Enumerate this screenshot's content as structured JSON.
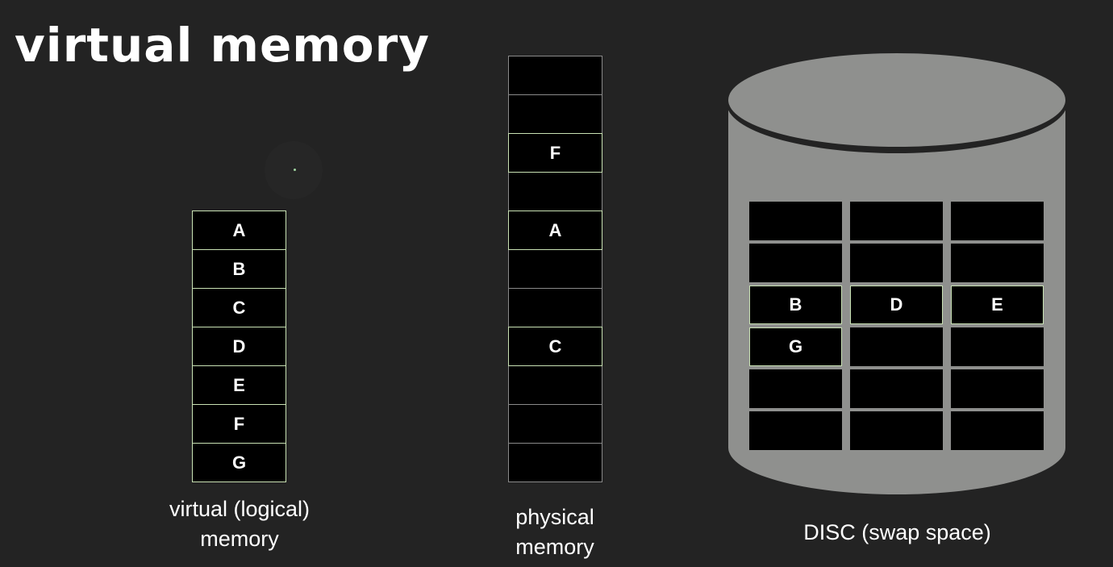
{
  "title": "virtual memory",
  "virtual_memory": {
    "label": "virtual (logical) memory",
    "label_line1": "virtual (logical)",
    "label_line2": "memory",
    "cells": [
      "A",
      "B",
      "C",
      "D",
      "E",
      "F",
      "G"
    ]
  },
  "physical_memory": {
    "label_line1": "physical",
    "label_line2": "memory",
    "cells": [
      "",
      "",
      "F",
      "",
      "A",
      "",
      "",
      "C",
      "",
      "",
      ""
    ]
  },
  "disc": {
    "label": "DISC (swap space)",
    "grid": [
      [
        "",
        "",
        ""
      ],
      [
        "",
        "",
        ""
      ],
      [
        "B",
        "D",
        "E"
      ],
      [
        "G",
        "",
        ""
      ],
      [
        "",
        "",
        ""
      ],
      [
        "",
        "",
        ""
      ]
    ]
  },
  "colors": {
    "background": "#232323",
    "cell_fill": "#000000",
    "used_cell_border": "#c9e2b4",
    "empty_cell_border": "#8a8a8a",
    "disc_fill": "#8f908e"
  }
}
